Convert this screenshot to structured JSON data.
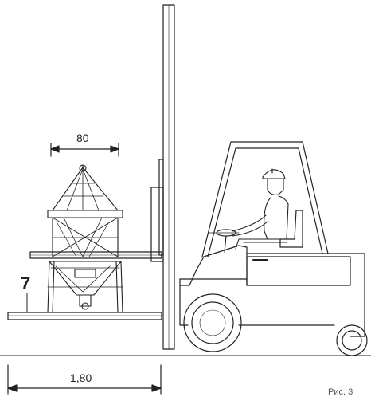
{
  "labels": {
    "top_dimension": "80",
    "bottom_dimension": "1,80",
    "item_number": "7",
    "figure_caption": "Рис. 3"
  }
}
